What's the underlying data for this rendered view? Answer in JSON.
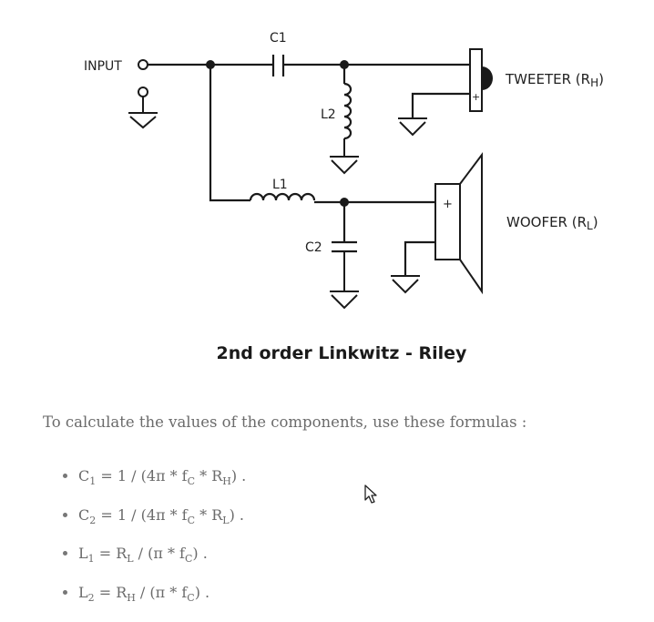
{
  "diagram": {
    "input_label": "INPUT",
    "c1_label": "C1",
    "c2_label": "C2",
    "l1_label": "L1",
    "l2_label": "L2",
    "tweeter_label": "TWEETER (R",
    "tweeter_sub": "H",
    "woofer_label": "WOOFER (R",
    "woofer_sub": "L",
    "close_paren": ")",
    "plus_sign": "+",
    "caption": "2nd order Linkwitz - Riley"
  },
  "intro_text": "To calculate the values of the components, use these formulas :",
  "formulas": [
    {
      "var": "C",
      "sub": "1",
      "pre": " = 1 / (4π * f",
      "mid_sub": "C",
      "mid": " * R",
      "end_sub": "H",
      "tail": ") ."
    },
    {
      "var": "C",
      "sub": "2",
      "pre": " = 1 / (4π * f",
      "mid_sub": "C",
      "mid": " * R",
      "end_sub": "L",
      "tail": ") ."
    },
    {
      "var": "L",
      "sub": "1",
      "pre": " = R",
      "mid_sub": "L",
      "mid": " / (π * f",
      "end_sub": "C",
      "tail": ") ."
    },
    {
      "var": "L",
      "sub": "2",
      "pre": " = R",
      "mid_sub": "H",
      "mid": " / (π * f",
      "end_sub": "C",
      "tail": ") ."
    }
  ]
}
